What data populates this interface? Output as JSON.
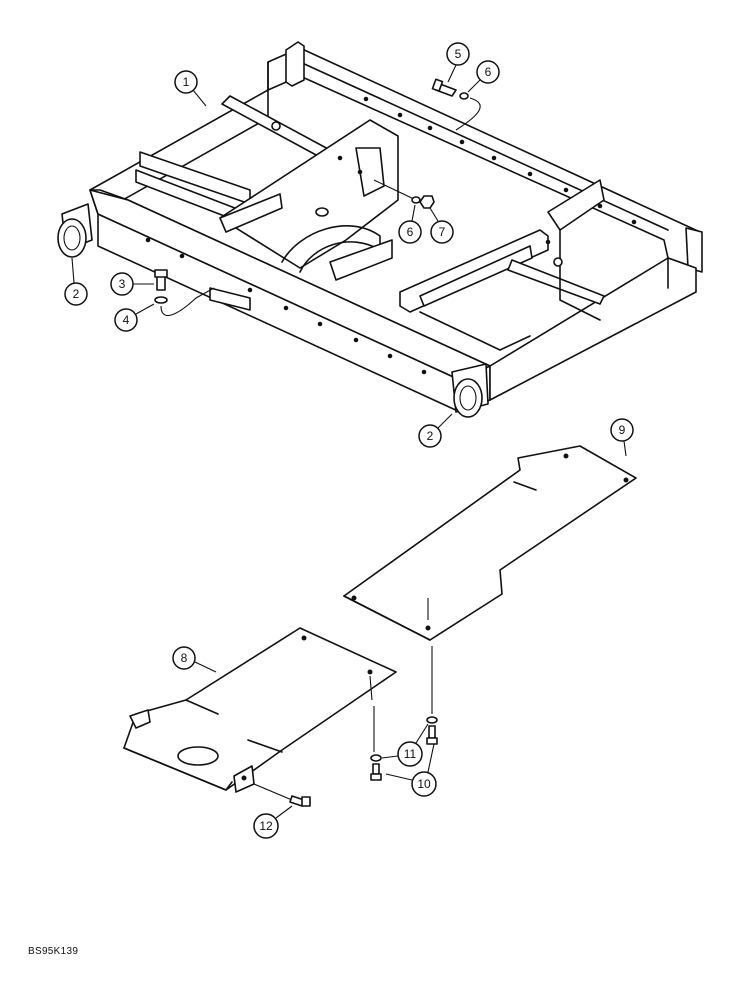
{
  "figure": {
    "reference_code": "BS95K139"
  },
  "callouts": [
    {
      "id": "c1",
      "label": "1"
    },
    {
      "id": "c2a",
      "label": "2"
    },
    {
      "id": "c2b",
      "label": "2"
    },
    {
      "id": "c3",
      "label": "3"
    },
    {
      "id": "c4",
      "label": "4"
    },
    {
      "id": "c5",
      "label": "5"
    },
    {
      "id": "c6a",
      "label": "6"
    },
    {
      "id": "c6b",
      "label": "6"
    },
    {
      "id": "c7",
      "label": "7"
    },
    {
      "id": "c8",
      "label": "8"
    },
    {
      "id": "c9",
      "label": "9"
    },
    {
      "id": "c10",
      "label": "10"
    },
    {
      "id": "c11",
      "label": "11"
    },
    {
      "id": "c12",
      "label": "12"
    }
  ]
}
